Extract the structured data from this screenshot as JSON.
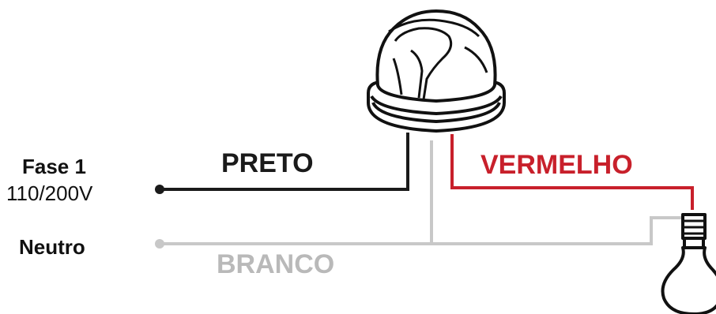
{
  "labels": {
    "phase_title": "Fase 1",
    "phase_voltage": "110/200V",
    "neutral": "Neutro",
    "black_wire": "PRETO",
    "red_wire": "VERMELHO",
    "white_wire": "BRANCO"
  },
  "colors": {
    "black_wire": "#1a1a1a",
    "red_wire": "#c8202b",
    "white_wire": "#c8c8c8",
    "outline": "#111111"
  },
  "icons": {
    "sensor": "photocell-sensor-icon",
    "lamp": "light-bulb-icon"
  }
}
